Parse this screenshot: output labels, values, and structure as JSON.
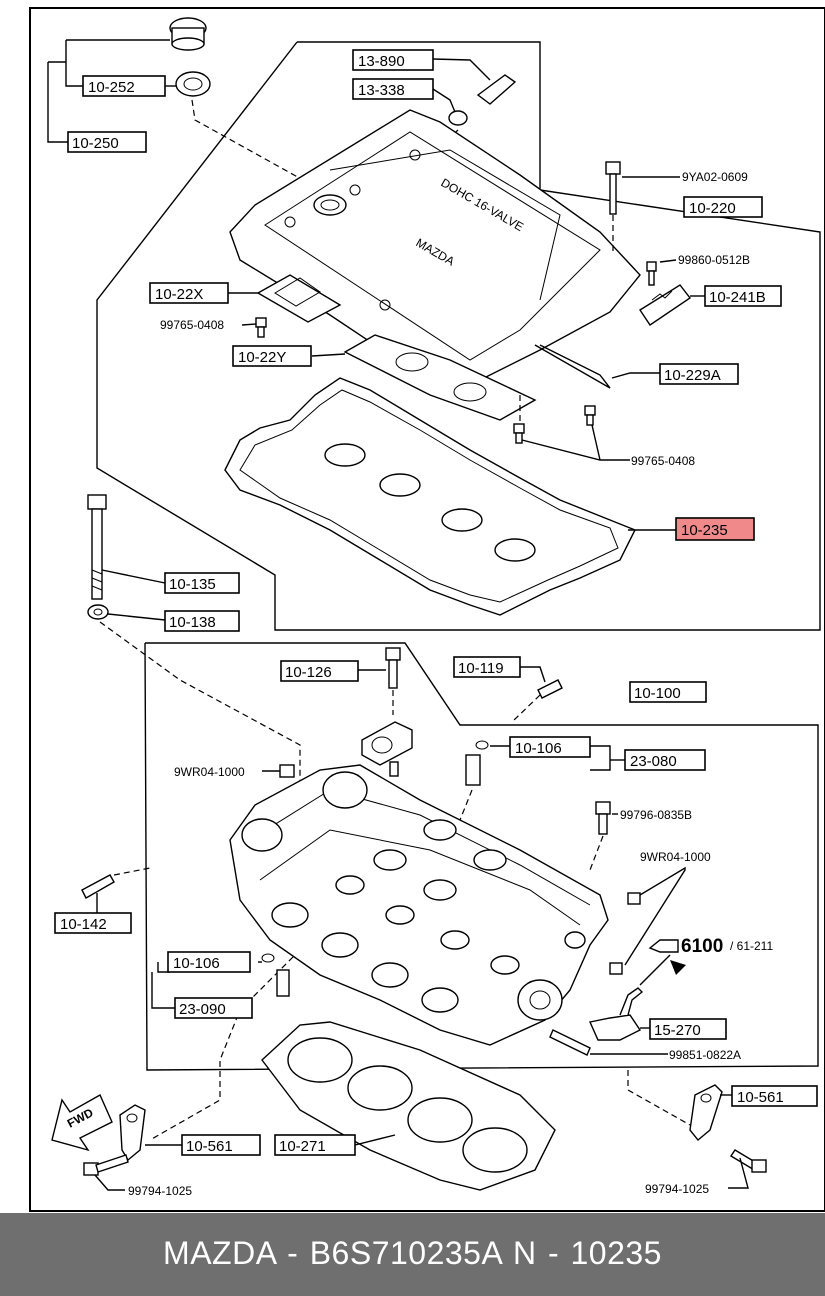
{
  "callouts": {
    "c10_252": "10-252",
    "c10_250": "10-250",
    "c13_890": "13-890",
    "c13_338": "13-338",
    "c9ya02": "9YA02-0609",
    "c10_220": "10-220",
    "c99860": "99860-0512B",
    "c10_241b": "10-241B",
    "c10_22x": "10-22X",
    "c99765a": "99765-0408",
    "c10_22y": "10-22Y",
    "c10_229a": "10-229A",
    "c99765b": "99765-0408",
    "c10_235": "10-235",
    "c10_135": "10-135",
    "c10_138": "10-138",
    "c10_126": "10-126",
    "c10_119": "10-119",
    "c10_100": "10-100",
    "c10_106a": "10-106",
    "c23_080": "23-080",
    "c9wr_a": "9WR04-1000",
    "c99796": "99796-0835B",
    "c9wr_b": "9WR04-1000",
    "c10_142": "10-142",
    "c6100": "6100",
    "c61211": "/ 61-211",
    "c10_106b": "10-106",
    "c23_090": "23-090",
    "c15_270": "15-270",
    "c99851": "99851-0822A",
    "c10_561a": "10-561",
    "c10_271": "10-271",
    "c10_561b": "10-561",
    "c99794a": "99794-1025",
    "c99794b": "99794-1025",
    "fwd": "FWD"
  },
  "highlight_color": "#f08a8a",
  "footer": {
    "text": "MAZDA - B6S710235A     N - 10235",
    "background": "#6f6f6f"
  }
}
